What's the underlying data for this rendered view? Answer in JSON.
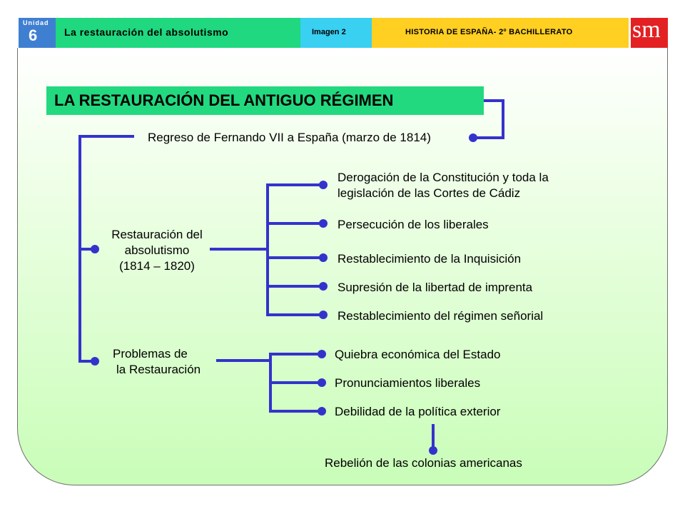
{
  "header": {
    "unit_label": "Unidad",
    "unit_number": "6",
    "topic_title": "La restauración del absolutismo",
    "image_label": "Imagen 2",
    "subject_label": "HISTORIA DE ESPAÑA- 2º BACHILLERATO",
    "logo_text": "sm"
  },
  "diagram": {
    "title": "LA RESTAURACIÓN DEL ANTIGUO RÉGIMEN",
    "top_node": "Regreso de Fernando VII a España (marzo de 1814)",
    "restoration": {
      "lines": [
        "Restauración del",
        "absolutismo",
        "(1814 – 1820)"
      ],
      "items": [
        [
          "Derogación de la Constitución y toda la",
          "legislación de las Cortes de Cádiz"
        ],
        [
          "Persecución de los liberales"
        ],
        [
          "Restablecimiento de la Inquisición"
        ],
        [
          "Supresión de la libertad de imprenta"
        ],
        [
          "Restablecimiento del régimen señorial"
        ]
      ]
    },
    "problems": {
      "lines": [
        "Problemas de",
        "la Restauración"
      ],
      "items": [
        "Quiebra económica del Estado",
        "Pronunciamientos liberales",
        "Debilidad de la política exterior"
      ]
    },
    "bottom_node": "Rebelión de las colonias americanas"
  },
  "colors": {
    "connector": "#3333cc",
    "title_bg": "#22d97f",
    "unit_bg": "#3f7fd1",
    "topic_bg": "#1fd87f",
    "image_bg": "#39d0f2",
    "subject_bg": "#ffcf22",
    "logo_bg": "#e32123"
  }
}
